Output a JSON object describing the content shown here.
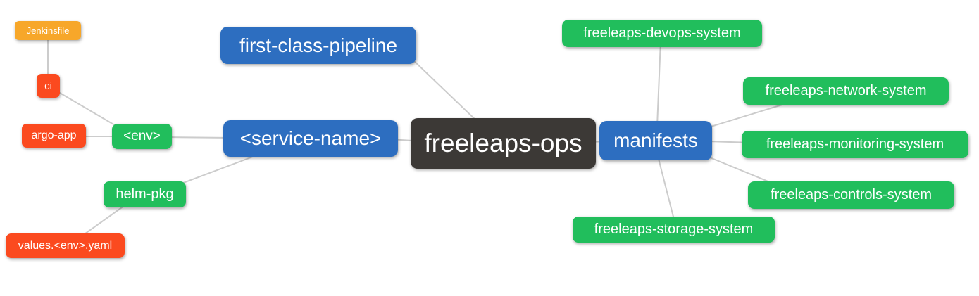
{
  "diagram": {
    "type": "mindmap",
    "edge_color": "#cccccc",
    "background": "#ffffff",
    "palette": {
      "root": "#3C3936",
      "branch": "#2D6EC0",
      "component": "#21BE5C",
      "artifact": "#FB4A1F",
      "jenkins": "#F7A72A"
    },
    "nodes": [
      {
        "id": "freeleaps-ops",
        "label": "freeleaps-ops",
        "kind": "root",
        "color": "#3C3936"
      },
      {
        "id": "first-class-pipeline",
        "label": "first-class-pipeline",
        "kind": "branch",
        "color": "#2D6EC0"
      },
      {
        "id": "service-name",
        "label": "<service-name>",
        "kind": "branch",
        "color": "#2D6EC0"
      },
      {
        "id": "manifests",
        "label": "manifests",
        "kind": "branch",
        "color": "#2D6EC0"
      },
      {
        "id": "env",
        "label": "<env>",
        "kind": "component",
        "color": "#21BE5C"
      },
      {
        "id": "helm-pkg",
        "label": "helm-pkg",
        "kind": "component",
        "color": "#21BE5C"
      },
      {
        "id": "ci",
        "label": "ci",
        "kind": "artifact",
        "color": "#FB4A1F"
      },
      {
        "id": "argo-app",
        "label": "argo-app",
        "kind": "artifact",
        "color": "#FB4A1F"
      },
      {
        "id": "values-env-yaml",
        "label": "values.<env>.yaml",
        "kind": "artifact",
        "color": "#FB4A1F"
      },
      {
        "id": "jenkinsfile",
        "label": "Jenkinsfile",
        "kind": "jenkins",
        "color": "#F7A72A"
      },
      {
        "id": "freeleaps-devops-system",
        "label": "freeleaps-devops-system",
        "kind": "component",
        "color": "#21BE5C"
      },
      {
        "id": "freeleaps-network-system",
        "label": "freeleaps-network-system",
        "kind": "component",
        "color": "#21BE5C"
      },
      {
        "id": "freeleaps-monitoring-system",
        "label": "freeleaps-monitoring-system",
        "kind": "component",
        "color": "#21BE5C"
      },
      {
        "id": "freeleaps-controls-system",
        "label": "freeleaps-controls-system",
        "kind": "component",
        "color": "#21BE5C"
      },
      {
        "id": "freeleaps-storage-system",
        "label": "freeleaps-storage-system",
        "kind": "component",
        "color": "#21BE5C"
      }
    ],
    "edges": [
      {
        "from": "jenkinsfile",
        "to": "ci"
      },
      {
        "from": "ci",
        "to": "env"
      },
      {
        "from": "argo-app",
        "to": "env"
      },
      {
        "from": "env",
        "to": "service-name"
      },
      {
        "from": "helm-pkg",
        "to": "service-name"
      },
      {
        "from": "values-env-yaml",
        "to": "helm-pkg"
      },
      {
        "from": "first-class-pipeline",
        "to": "freeleaps-ops"
      },
      {
        "from": "service-name",
        "to": "freeleaps-ops"
      },
      {
        "from": "freeleaps-ops",
        "to": "manifests"
      },
      {
        "from": "manifests",
        "to": "freeleaps-devops-system"
      },
      {
        "from": "manifests",
        "to": "freeleaps-network-system"
      },
      {
        "from": "manifests",
        "to": "freeleaps-monitoring-system"
      },
      {
        "from": "manifests",
        "to": "freeleaps-controls-system"
      },
      {
        "from": "manifests",
        "to": "freeleaps-storage-system"
      }
    ]
  }
}
